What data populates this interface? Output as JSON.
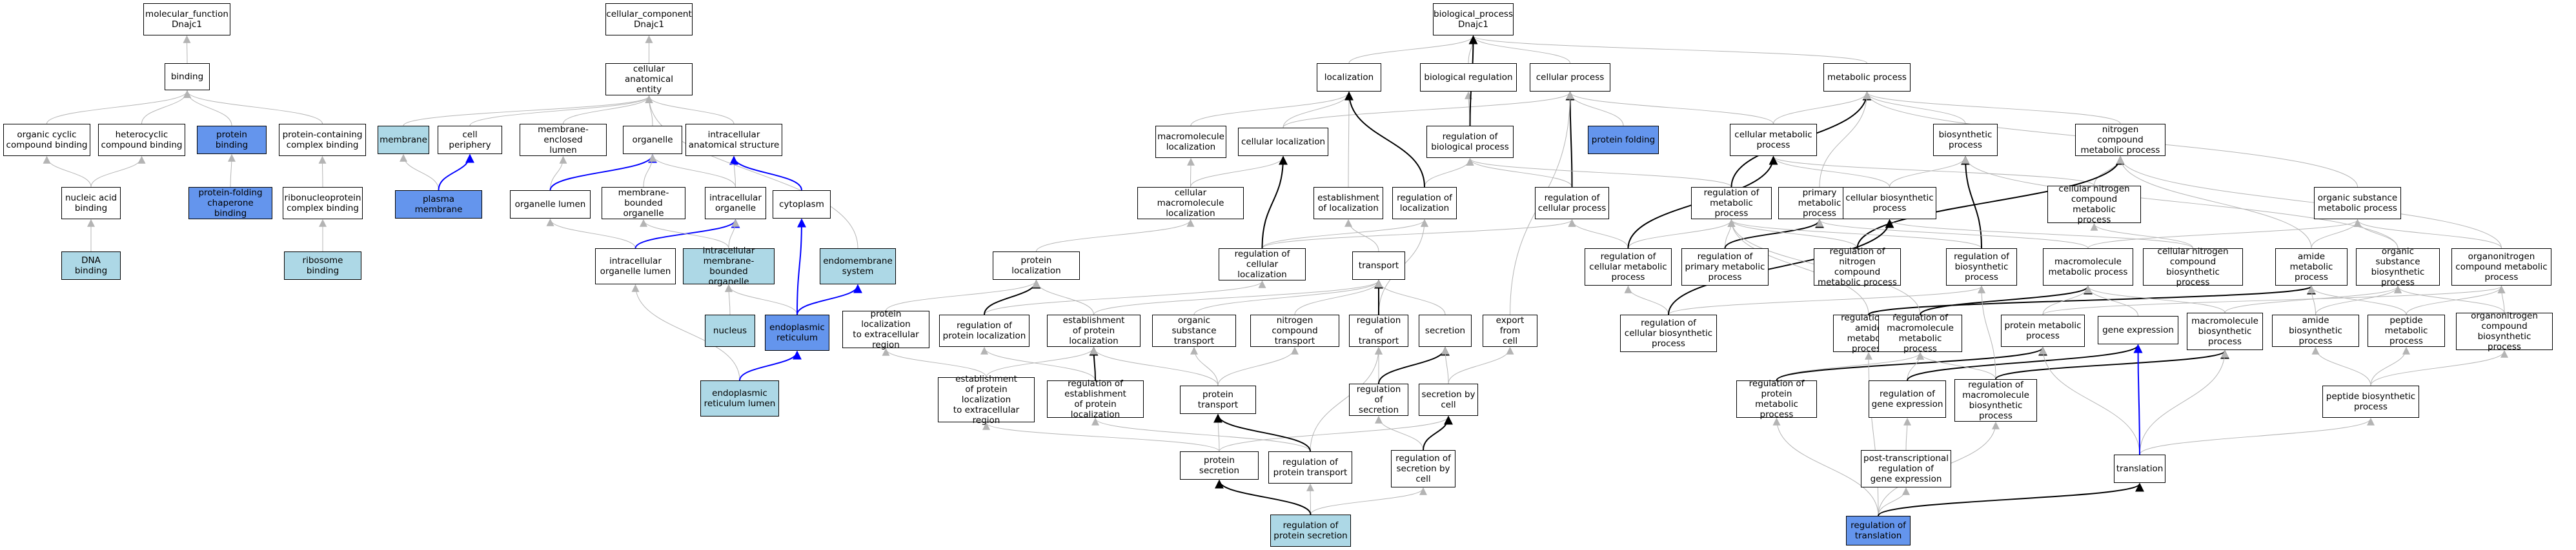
{
  "nodes": {
    "mf": "molecular_function\nDnajc1",
    "binding": "binding",
    "ocb": "organic cyclic\ncompound binding",
    "hcb": "heterocyclic\ncompound binding",
    "pb": "protein binding",
    "pcb": "protein-containing\ncomplex binding",
    "nab": "nucleic acid\nbinding",
    "pfcb": "protein-folding\nchaperone binding",
    "rnpcb": "ribonucleoprotein\ncomplex binding",
    "dnab": "DNA binding",
    "rb": "ribosome binding",
    "cc": "cellular_component\nDnajc1",
    "cae": "cellular anatomical\nentity",
    "mem": "membrane",
    "cp": "cell periphery",
    "mel": "membrane-enclosed\nlumen",
    "org": "organelle",
    "ias": "intracellular\nanatomical structure",
    "pm": "plasma membrane",
    "ol": "organelle lumen",
    "mbo": "membrane-bounded\norganelle",
    "io": "intracellular\norganelle",
    "cyto": "cytoplasm",
    "iol": "intracellular\norganelle lumen",
    "imbo": "intracellular\nmembrane-bounded\norganelle",
    "ems": "endomembrane\nsystem",
    "nuc": "nucleus",
    "er": "endoplasmic\nreticulum",
    "erl": "endoplasmic\nreticulum lumen",
    "bp": "biological_process\nDnajc1",
    "loc": "localization",
    "br": "biological regulation",
    "cproc": "cellular process",
    "mp": "metabolic process",
    "mml": "macromolecule\nlocalization",
    "cl": "cellular localization",
    "rbp": "regulation of\nbiological process",
    "pf": "protein folding",
    "cmp": "cellular metabolic\nprocess",
    "bsp": "biosynthetic\nprocess",
    "ncmp": "nitrogen compound\nmetabolic process",
    "cmml": "cellular macromolecule\nlocalization",
    "eol": "establishment\nof localization",
    "rol": "regulation of\nlocalization",
    "rcp": "regulation of\ncellular process",
    "rmp": "regulation of\nmetabolic process",
    "pmp": "primary metabolic\nprocess",
    "cbp": "cellular biosynthetic\nprocess",
    "cncmp": "cellular nitrogen\ncompound metabolic\nprocess",
    "osmp": "organic substance\nmetabolic process",
    "ploc": "protein localization",
    "rcl": "regulation of\ncellular localization",
    "trans": "transport",
    "rcmp": "regulation of\ncellular metabolic\nprocess",
    "rpmp": "regulation of\nprimary metabolic\nprocess",
    "rncmp": "regulation of\nnitrogen compound\nmetabolic process",
    "rbsp": "regulation of\nbiosynthetic\nprocess",
    "cncbp": "cellular nitrogen\ncompound biosynthetic\nprocess",
    "amp": "amide metabolic\nprocess",
    "osbp": "organic substance\nbiosynthetic\nprocess",
    "onmp": "organonitrogen\ncompound metabolic\nprocess",
    "mmmp": "macromolecule\nmetabolic process",
    "rpl": "regulation of\nprotein localization",
    "epl": "establishment\nof protein localization",
    "ost": "organic substance\ntransport",
    "nct": "nitrogen compound\ntransport",
    "rtrans": "regulation of\ntransport",
    "secr": "secretion",
    "efc": "export from\ncell",
    "plecr": "protein localization\nto extracellular\nregion",
    "rcbp": "regulation of\ncellular biosynthetic\nprocess",
    "ramp": "regulation of\namide metabolic\nprocess",
    "rmmmp": "regulation of\nmacromolecule\nmetabolic process",
    "protmp": "protein metabolic\nprocess",
    "ge": "gene expression",
    "mmbp": "macromolecule\nbiosynthetic\nprocess",
    "abp": "amide biosynthetic\nprocess",
    "pepmp": "peptide metabolic\nprocess",
    "onbp": "organonitrogen\ncompound biosynthetic\nprocess",
    "eplecr": "establishment\nof protein localization\nto extracellular\nregion",
    "repl": "regulation of\nestablishment\nof protein localization",
    "pt": "protein transport",
    "rsecr": "regulation of\nsecretion",
    "sbc": "secretion by\ncell",
    "rprotmp": "regulation of\nprotein metabolic\nprocess",
    "rge": "regulation of\ngene expression",
    "rmmbp": "regulation of\nmacromolecule\nbiosynthetic\nprocess",
    "pepbp": "peptide biosynthetic\nprocess",
    "psec": "protein secretion",
    "rpt": "regulation of\nprotein transport",
    "rsbc": "regulation of\nsecretion by\ncell",
    "ptrge": "post-transcriptional\nregulation of\ngene expression",
    "transl": "translation",
    "rps": "regulation of\nprotein secretion",
    "rtransl": "regulation of\ntranslation"
  },
  "colors": {
    "default_fill": "#ffffff",
    "light_fill": "#add8e6",
    "blue_fill": "#6495ed",
    "is_a_edge": "#b4b4b4",
    "part_of_edge": "#0000ff",
    "regulates_edge": "#000000"
  }
}
